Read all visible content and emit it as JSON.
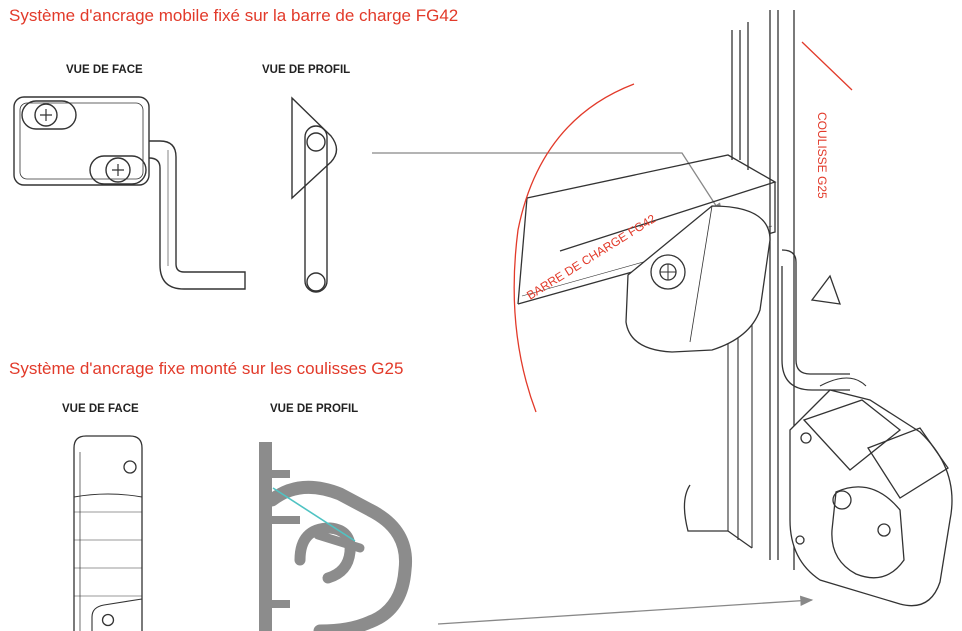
{
  "headings": {
    "mobile": "Système d'ancrage mobile fixé sur la barre de charge FG42",
    "fixed": "Système d'ancrage fixe monté sur les coulisses G25"
  },
  "captions": {
    "top_front": "VUE DE FACE",
    "top_profile": "VUE DE PROFIL",
    "bottom_front": "VUE DE FACE",
    "bottom_profile": "VUE DE PROFIL"
  },
  "assembly_labels": {
    "load_bar": "BARRE DE CHARGE FG42",
    "slide": "COULISSE G25"
  },
  "colors": {
    "heading_red": "#e23a2a",
    "line": "#333333",
    "profile_grey": "#8c8c8c",
    "accent_cyan": "#4fc3c3"
  }
}
